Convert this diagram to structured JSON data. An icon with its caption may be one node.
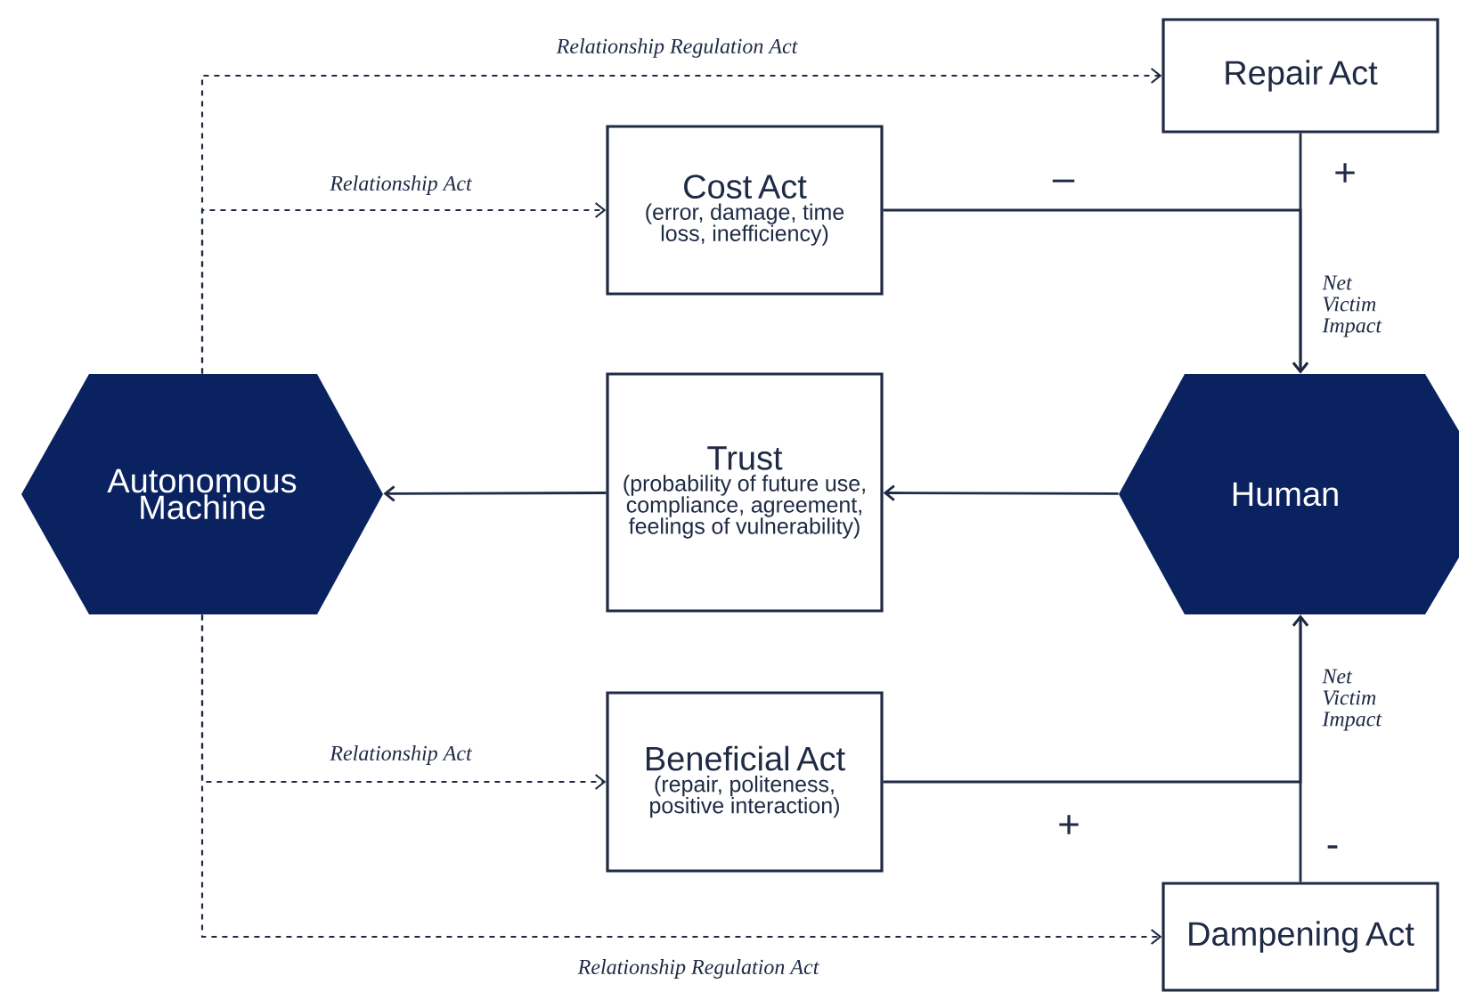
{
  "diagram": {
    "nodes": [
      {
        "text": [
          "Autonomous Machine"
        ]
      },
      {
        "text": [
          "Repair Act"
        ]
      },
      {
        "text": [
          "Cost Act",
          "(error, damage, time loss, inefficiency)"
        ]
      },
      {
        "text": [
          "Trust",
          "(probability of future use, compliance, agreement, feelings of vulnerability)"
        ]
      },
      {
        "text": [
          "Human"
        ]
      },
      {
        "text": [
          "Beneficial Act",
          "(repair, politeness, positive interaction)"
        ]
      },
      {
        "text": [
          "Dampening Act"
        ]
      }
    ],
    "edges": [
      {
        "from": 0,
        "to": 1,
        "arrow": "to",
        "style": "dashed",
        "label": "Relationship Regulation Act"
      },
      {
        "from": 0,
        "to": 2,
        "arrow": "to",
        "style": "dashed",
        "label": "Relationship Act"
      },
      {
        "from": 4,
        "to": 3,
        "arrow": "to"
      },
      {
        "from": 3,
        "to": 0,
        "arrow": "to"
      },
      {
        "from": 0,
        "to": 5,
        "arrow": "to",
        "style": "dashed",
        "label": "Relationship Act"
      },
      {
        "from": 0,
        "to": 6,
        "arrow": "to",
        "style": "dashed",
        "label": "Relationship Regulation Act"
      },
      {
        "from": 1,
        "to": 4,
        "arrow": "to",
        "label": "+"
      },
      {
        "from": 2,
        "to": 4,
        "arrow": "to",
        "label": "–"
      },
      {
        "from": 5,
        "to": 4,
        "arrow": "to",
        "label": "+"
      },
      {
        "from": 6,
        "to": 4,
        "arrow": "to",
        "label": "-"
      }
    ],
    "labels": [
      "Net Victim Impact",
      "Net Victim Impact"
    ]
  }
}
